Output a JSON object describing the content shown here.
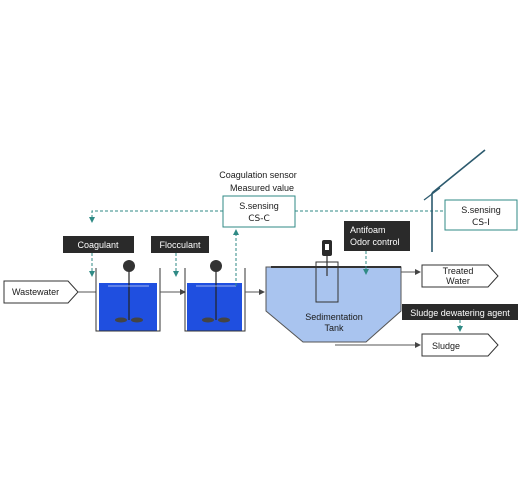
{
  "labels": {
    "wastewater": "Wastewater",
    "coagulant": "Coagulant",
    "flocculant": "Flocculant",
    "sensor_title_1": "Coagulation sensor",
    "sensor_title_2": "Measured value",
    "csc_line1": "S.sensing",
    "csc_line2": "CS-C",
    "csi_line1": "S.sensing",
    "csi_line2": "CS-I",
    "antifoam_1": "Antifoam",
    "antifoam_2": "Odor control",
    "sedimentation_1": "Sedimentation",
    "sedimentation_2": "Tank",
    "treated_1": "Treated",
    "treated_2": "Water",
    "sludge_agent": "Sludge dewatering agent",
    "sludge": "Sludge"
  },
  "colors": {
    "water": "#1f4fe0",
    "water_light": "#a9c4ef",
    "dark_label": "#2a2a2a",
    "dash": "#2f8a85",
    "probe": "#2c5a6e"
  },
  "icons": [
    "mixer-icon",
    "sensor-probe-icon",
    "sensor-pole-icon"
  ]
}
